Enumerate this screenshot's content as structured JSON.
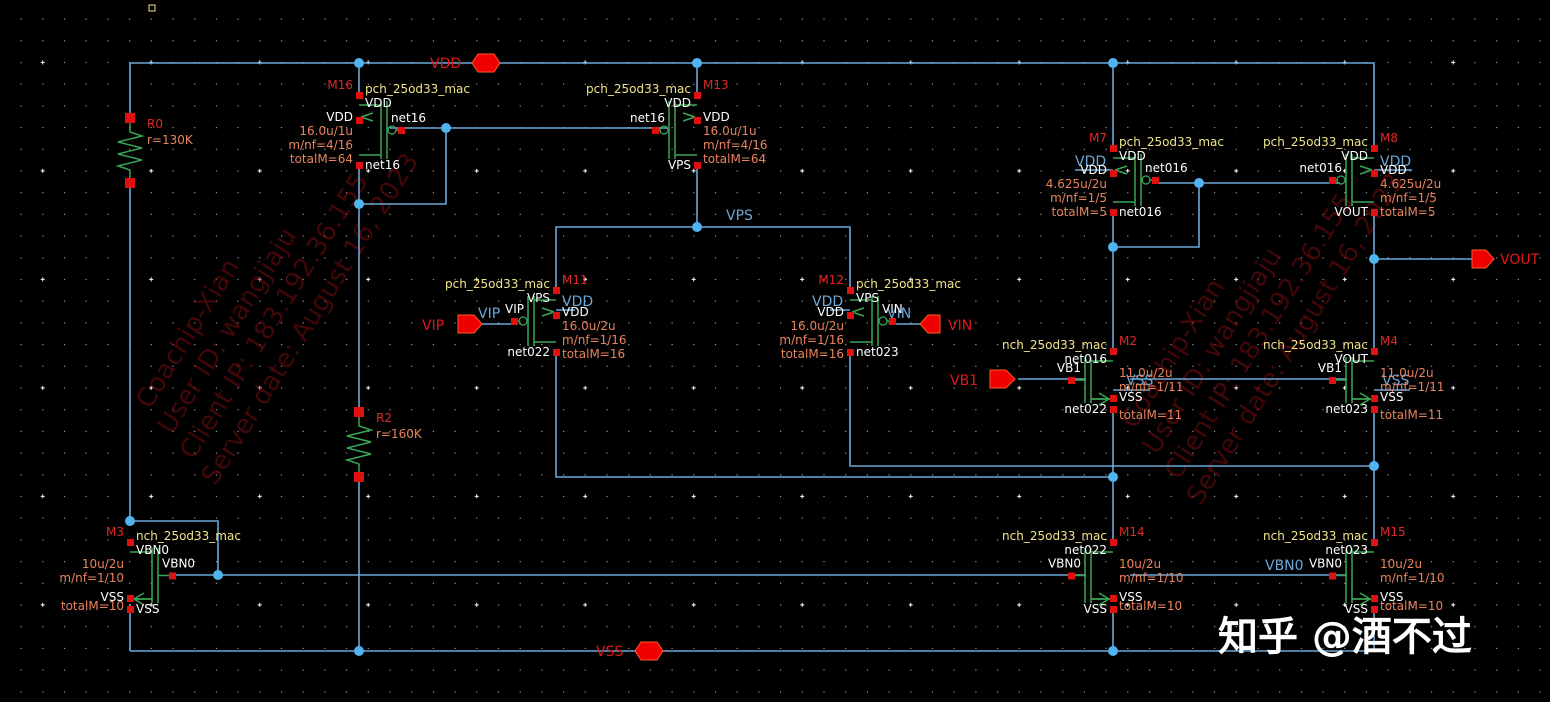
{
  "window": {
    "type": "schematic-editor-canvas"
  },
  "colors": {
    "background": "#000000",
    "wire": "#6ba7d9",
    "device": "#3aa655",
    "instance_name": "#e02828",
    "cell_name": "#f0e48a",
    "param_text": "#e9835e",
    "net_text": "#ffffff",
    "pin": "#ee0000",
    "junction": "#4fb4f0"
  },
  "wire_labels": {
    "vdd": "VDD",
    "vss": "VSS",
    "vps": "VPS",
    "vip": "VIP",
    "vin": "VIN",
    "vbn0": "VBN0"
  },
  "pins": {
    "vdd": "VDD",
    "vss": "VSS",
    "vip": "VIP",
    "vin": "VIN",
    "vb1": "VB1",
    "vout": "VOUT"
  },
  "resistors": [
    {
      "name": "R0",
      "value": "r=130K"
    },
    {
      "name": "R2",
      "value": "r=160K"
    }
  ],
  "devices": {
    "M16": {
      "name": "M16",
      "cell": "pch_25od33_mac",
      "s": "VDD",
      "b": "VDD",
      "g": "net16",
      "d": "net16",
      "wl": "16.0u/1u",
      "mnf": "m/nf=4/16",
      "total": "totalM=64"
    },
    "M13": {
      "name": "M13",
      "cell": "pch_25od33_mac",
      "s": "VDD",
      "b": "VDD",
      "g": "net16",
      "d": "VPS",
      "wl": "16.0u/1u",
      "mnf": "m/nf=4/16",
      "total": "totalM=64"
    },
    "M11": {
      "name": "M11",
      "cell": "pch_25od33_mac",
      "s": "VPS",
      "b": "VDD",
      "g": "VIP",
      "d": "net022",
      "wl": "16.0u/2u",
      "mnf": "m/nf=1/16",
      "total": "totalM=16"
    },
    "M12": {
      "name": "M12",
      "cell": "pch_25od33_mac",
      "s": "VPS",
      "b": "VDD",
      "g": "VIN",
      "d": "net023",
      "wl": "16.0u/2u",
      "mnf": "m/nf=1/16",
      "total": "totalM=16"
    },
    "M7": {
      "name": "M7",
      "cell": "pch_25od33_mac",
      "s": "VDD",
      "b": "VDD",
      "g": "net016",
      "d": "net016",
      "wl": "4.625u/2u",
      "mnf": "m/nf=1/5",
      "total": "totalM=5"
    },
    "M8": {
      "name": "M8",
      "cell": "pch_25od33_mac",
      "s": "VDD",
      "b": "VDD",
      "g": "net016",
      "d": "VOUT",
      "wl": "4.625u/2u",
      "mnf": "m/nf=1/5",
      "total": "totalM=5"
    },
    "M2": {
      "name": "M2",
      "cell": "nch_25od33_mac",
      "d": "net016",
      "g": "VB1",
      "s": "net022",
      "b": "VSS",
      "wl": "11.0u/2u",
      "mnf": "m/nf=1/11",
      "total": "totalM=11"
    },
    "M4": {
      "name": "M4",
      "cell": "nch_25od33_mac",
      "d": "VOUT",
      "g": "VB1",
      "s": "net023",
      "b": "VSS",
      "wl": "11.0u/2u",
      "mnf": "m/nf=1/11",
      "total": "totalM=11"
    },
    "M3": {
      "name": "M3",
      "cell": "nch_25od33_mac",
      "d": "VBN0",
      "g": "VBN0",
      "s": "VSS",
      "b": "VSS",
      "wl": "10u/2u",
      "mnf": "m/nf=1/10",
      "total": "totalM=10"
    },
    "M14": {
      "name": "M14",
      "cell": "nch_25od33_mac",
      "d": "net022",
      "g": "VBN0",
      "s": "VSS",
      "b": "VSS",
      "wl": "10u/2u",
      "mnf": "m/nf=1/10",
      "total": "totalM=10"
    },
    "M15": {
      "name": "M15",
      "cell": "nch_25od33_mac",
      "d": "net023",
      "g": "VBN0",
      "s": "VSS",
      "b": "VSS",
      "wl": "10u/2u",
      "mnf": "m/nf=1/10",
      "total": "totalM=10"
    }
  },
  "watermark": {
    "lines": [
      "Coachip-Xian",
      "User ID: wangjiaju",
      "Client IP: 183.192.36.155",
      "Server date: August 16, 2023"
    ]
  },
  "credit": "知乎 @酒不过"
}
